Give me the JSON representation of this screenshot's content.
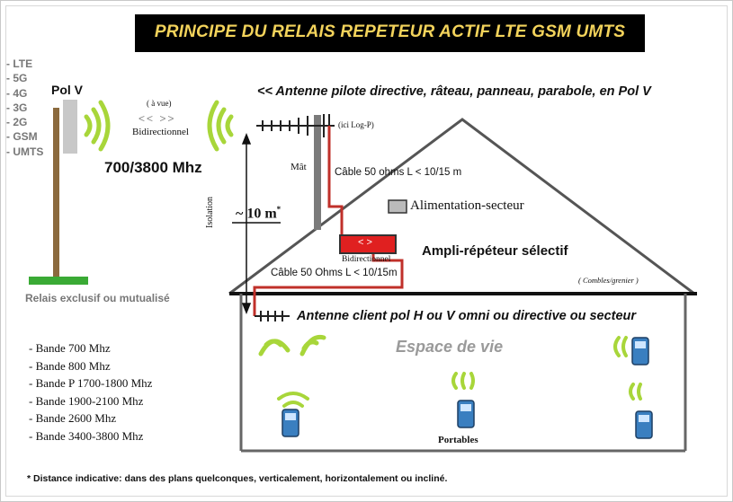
{
  "title": "PRINCIPE DU RELAIS REPETEUR ACTIF LTE GSM UMTS",
  "pilot_antenna": "<< Antenne pilote directive, râteau, panneau, parabole, en Pol V",
  "technologies": [
    "- LTE",
    "- 5G",
    "- 4G",
    "- 3G",
    "- 2G",
    "- GSM",
    "- UMTS"
  ],
  "pol_v": "Pol V",
  "a_vue": "( à vue)",
  "arrows": "<< >>",
  "bidirectionnel_top": "Bidirectionnel",
  "frequency": "700/3800 Mhz",
  "relay_caption": "Relais exclusif ou mutualisé",
  "ici_logp": "(ici Log-P)",
  "mat": "Mât",
  "cable_top": "Câble 50 ohms L < 10/15 m",
  "distance": "~ 10 m",
  "distance_mark": "*",
  "isolation": "Isolation",
  "alimentation": "Alimentation-secteur",
  "amp_arrows": "< >",
  "bidirectionnel_amp": "Bidirectionnel",
  "ampli": "Ampli-répéteur sélectif",
  "cable_bottom": "Câble 50 Ohms L < 10/15m",
  "combles": "( Combles/grenier )",
  "client_antenna": "Antenne client pol H ou V omni ou directive ou secteur",
  "espace": "Espace de vie",
  "bands": [
    "- Bande 700 Mhz",
    "- Bande 800 Mhz",
    "- Bande P 1700-1800 Mhz",
    "- Bande 1900-2100 Mhz",
    "- Bande 2600 Mhz",
    "- Bande 3400-3800 Mhz"
  ],
  "portables": "Portables",
  "footnote": "* Distance indicative: dans des plans quelconques, verticalement, horizontalement ou incliné.",
  "colors": {
    "title_bg": "#000000",
    "title_text": "#f3d35b",
    "signal": "#a8d63a",
    "amp": "#e02020",
    "cable": "#c0302a",
    "ground": "#3aaa35",
    "pole": "#8b6a3e",
    "phone": "#3a7fc0"
  }
}
